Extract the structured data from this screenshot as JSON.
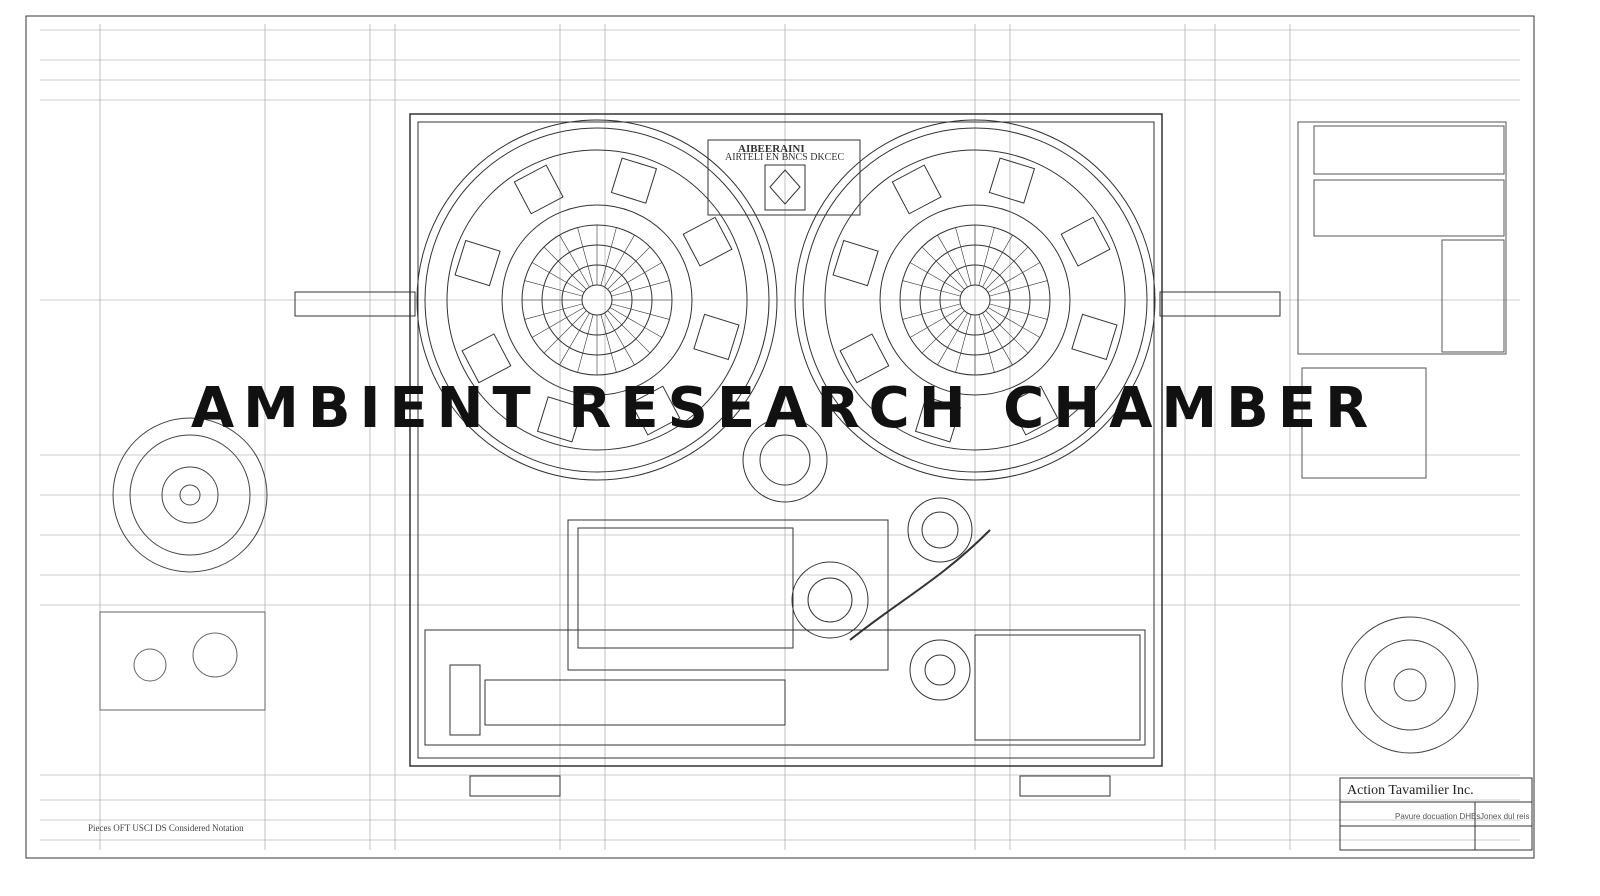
{
  "title": "AMBIENT RESEARCH CHAMBER",
  "caption": "Pieces OFT USCI DS Considered Notation",
  "title_block": {
    "company": "Action Tavamilier Inc.",
    "subtitle": "Pavure docuation DHEs",
    "subtitle_right": "Jonex dul reis"
  },
  "panel_label": {
    "line1": "AIBEERAINI",
    "line2": "AIRTELI EN BNCS DKCEC"
  },
  "colors": {
    "ink": "#1a1a1a",
    "line": "#555555",
    "paper": "#ffffff"
  }
}
